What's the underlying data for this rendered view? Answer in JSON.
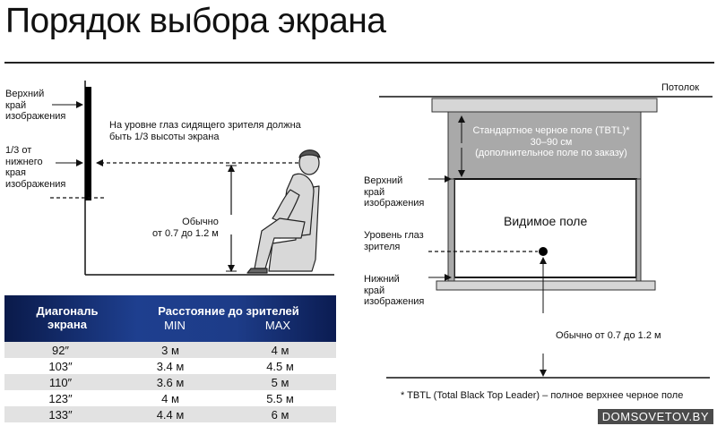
{
  "title": "Порядок выбора экрана",
  "left": {
    "top_edge": [
      "Верхний",
      "край",
      "изображения"
    ],
    "third_from_bottom": [
      "1/3 от",
      "нижнего",
      "края",
      "изображения"
    ],
    "eye_level_note": [
      "На уровне глаз сидящего зрителя должна",
      "быть 1/3 высоты экрана"
    ],
    "usual_height": [
      "Обычно",
      "от 0.7 до 1.2 м"
    ]
  },
  "right": {
    "ceiling": "Потолок",
    "tbtl": [
      "Стандартное черное поле (TBTL)*",
      "30–90 см",
      "(дополнительное поле по заказу)"
    ],
    "top_edge": [
      "Верхний",
      "край",
      "изображения"
    ],
    "visible_area": "Видимое поле",
    "viewer_eye": [
      "Уровень глаз",
      "зрителя"
    ],
    "bottom_edge": [
      "Нижний",
      "край",
      "изображения"
    ],
    "usual_height": "Обычно от 0.7 до 1.2 м",
    "footnote": "* TBTL (Total Black Top Leader) – полное верхнее черное поле"
  },
  "table": {
    "col_diag": [
      "Диагональ",
      "экрана"
    ],
    "col_dist": "Расстояние до зрителей",
    "col_min": "MIN",
    "col_max": "MAX",
    "rows": [
      [
        "92″",
        "3 м",
        "4 м"
      ],
      [
        "103″",
        "3.4 м",
        "4.5 м"
      ],
      [
        "110″",
        "3.6 м",
        "5 м"
      ],
      [
        "123″",
        "4 м",
        "5.5 м"
      ],
      [
        "133″",
        "4.4 м",
        "6 м"
      ]
    ]
  },
  "watermark": "DOMSOVETOV.BY",
  "colors": {
    "header_blue": "#1e3f8f",
    "tbtl_gray": "#a9a9a9",
    "row_gray": "#e2e2e2"
  }
}
